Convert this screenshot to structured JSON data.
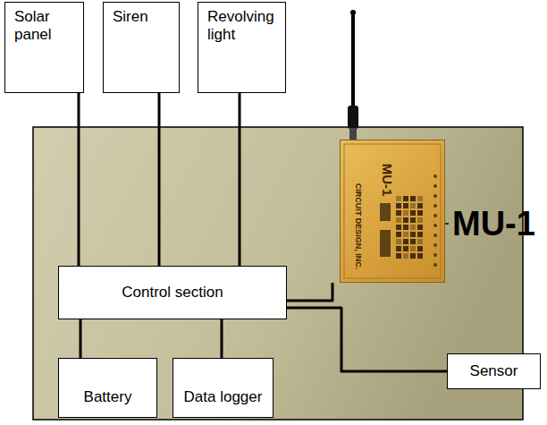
{
  "diagram": {
    "nodes": [
      {
        "text": [
          "Solar panel"
        ]
      },
      {
        "text": [
          "Siren"
        ]
      },
      {
        "text": [
          "Revolving light"
        ]
      },
      {
        "text": [
          "MU-1",
          "CIRCUIT DESIGN, INC."
        ]
      },
      {
        "text": [
          "Control section"
        ]
      },
      {
        "text": [
          "Battery"
        ]
      },
      {
        "text": [
          "Data logger"
        ]
      },
      {
        "text": [
          "Sensor"
        ]
      }
    ],
    "edges": [
      {
        "from": 0,
        "to": 4,
        "arrow": "none"
      },
      {
        "from": 1,
        "to": 4,
        "arrow": "none"
      },
      {
        "from": 2,
        "to": 4,
        "arrow": "none"
      },
      {
        "from": 4,
        "to": 3,
        "arrow": "none"
      },
      {
        "from": 4,
        "to": 7,
        "arrow": "none"
      },
      {
        "from": 4,
        "to": 5,
        "arrow": "none"
      },
      {
        "from": 4,
        "to": 6,
        "arrow": "none"
      }
    ],
    "labels": [
      "MU-1"
    ]
  }
}
